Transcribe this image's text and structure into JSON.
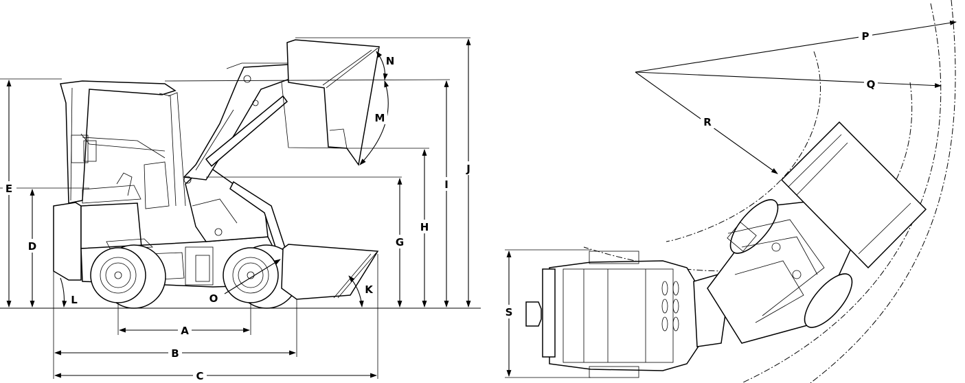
{
  "labels": {
    "A": "A",
    "B": "B",
    "C": "C",
    "D": "D",
    "E": "E",
    "G": "G",
    "H": "H",
    "I": "I",
    "J": "J",
    "K": "K",
    "L": "L",
    "M": "M",
    "N": "N",
    "O": "O",
    "P": "P",
    "Q": "Q",
    "R": "R",
    "S": "S"
  }
}
